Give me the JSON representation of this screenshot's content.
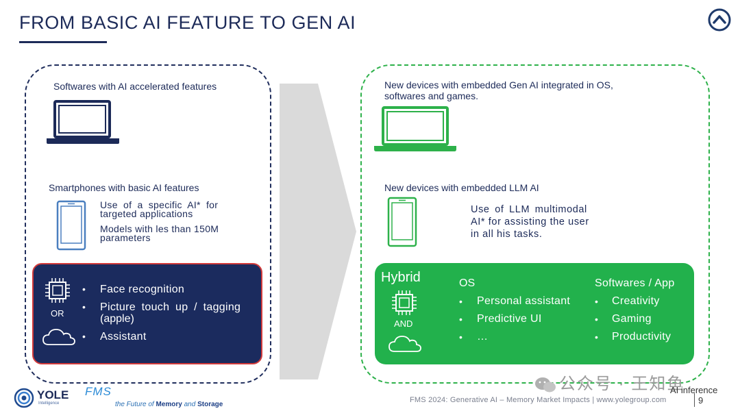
{
  "slide": {
    "title": "FROM BASIC AI FEATURE TO GEN AI",
    "page_number": "9",
    "footer": "FMS 2024: Generative AI – Memory Market Impacts | www.yolegroup.com",
    "corner_note": "AI inference",
    "watermark": "公众号 · 王知鱼"
  },
  "left": {
    "laptop_heading": "Softwares with AI accelerated features",
    "phone_heading": "Smartphones with basic AI features",
    "phone_text_1a": "Use of a specific AI* for",
    "phone_text_1b": "targeted applications",
    "phone_text_2a": "Models with les than 150M",
    "phone_text_2b": "parameters",
    "box_or": "OR",
    "box_items": [
      "Face recognition",
      "Picture touch up / tagging",
      "(apple)",
      "Assistant"
    ]
  },
  "right": {
    "laptop_heading_1": "New devices with embedded Gen AI integrated in OS,",
    "laptop_heading_2": "softwares and games.",
    "phone_heading": "New devices with embedded LLM AI",
    "phone_text_1": "Use of LLM multimodal",
    "phone_text_2": "AI* for assisting the user",
    "phone_text_3": "in all his tasks.",
    "box_title": "Hybrid",
    "box_and": "AND",
    "os_heading": "OS",
    "os_items": [
      "Personal assistant",
      "Predictive UI",
      "…"
    ],
    "apps_heading": "Softwares / App",
    "apps_items": [
      "Creativity",
      "Gaming",
      "Productivity"
    ]
  },
  "logos": {
    "yole_name": "YOLE",
    "yole_sub": "Intelligence",
    "fms_name": "FMS",
    "fms_tagline_pre": "the Future of ",
    "fms_tagline_bold": "Memory",
    "fms_tagline_mid": " and ",
    "fms_tagline_end": "Storage"
  },
  "colors": {
    "navy": "#1b2b5e",
    "green": "#22b14c",
    "dashed_green": "#2db14a"
  },
  "icons": [
    "laptop-icon",
    "smartphone-icon",
    "chip-icon",
    "cloud-icon",
    "chevron-up-icon"
  ]
}
